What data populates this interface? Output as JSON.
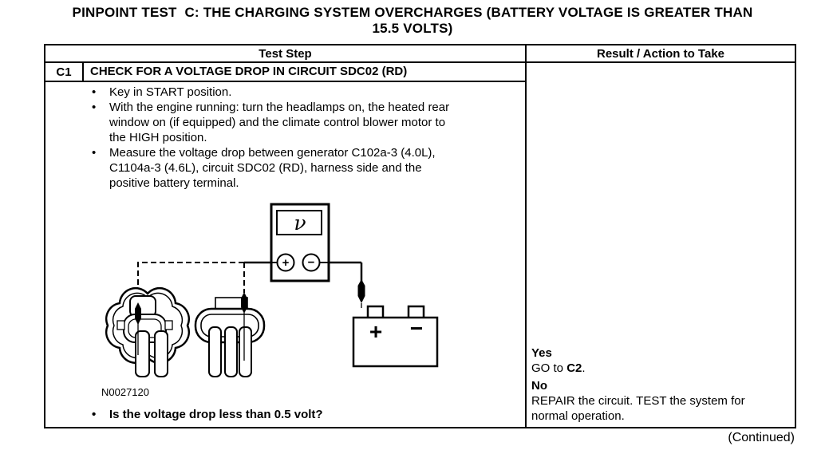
{
  "title": {
    "text": "PINPOINT TEST  C: THE CHARGING SYSTEM OVERCHARGES (BATTERY VOLTAGE IS GREATER THAN\n15.5 VOLTS)"
  },
  "table": {
    "headers": {
      "test_step": "Test Step",
      "result": "Result / Action to Take"
    },
    "step": {
      "id": "C1",
      "title": "CHECK FOR A VOLTAGE DROP IN CIRCUIT SDC02 (RD)",
      "bullet_char": "•",
      "bullets": [
        "Key in START position.",
        "With the engine running: turn the headlamps on, the heated rear\nwindow on (if equipped) and the climate control blower motor to\nthe HIGH position.",
        "Measure the voltage drop between generator C102a-3 (4.0L),\nC1104a-3 (4.6L), circuit SDC02 (RD), harness side and the\npositive battery terminal."
      ],
      "figure_label": "N0027120",
      "question": "Is the voltage drop less than 0.5 volt?"
    },
    "result": {
      "yes_label": "Yes",
      "yes_prefix": "GO to ",
      "yes_target": "C2",
      "yes_suffix": ".",
      "no_label": "No",
      "no_action": "REPAIR the circuit. TEST the system for\nnormal operation."
    }
  },
  "diagram": {
    "meter_display": "ν",
    "meter_plus": "+",
    "meter_minus": "−",
    "battery_plus": "+",
    "battery_minus": "−"
  },
  "footer": {
    "continued": "(Continued)"
  },
  "colors": {
    "ink": "#000000",
    "paper": "#ffffff"
  }
}
